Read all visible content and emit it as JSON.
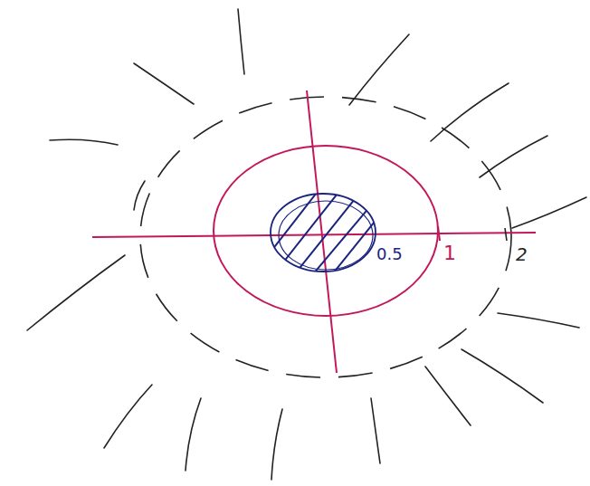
{
  "diagram": {
    "labels": [
      "0.5",
      "1",
      "2"
    ]
  }
}
